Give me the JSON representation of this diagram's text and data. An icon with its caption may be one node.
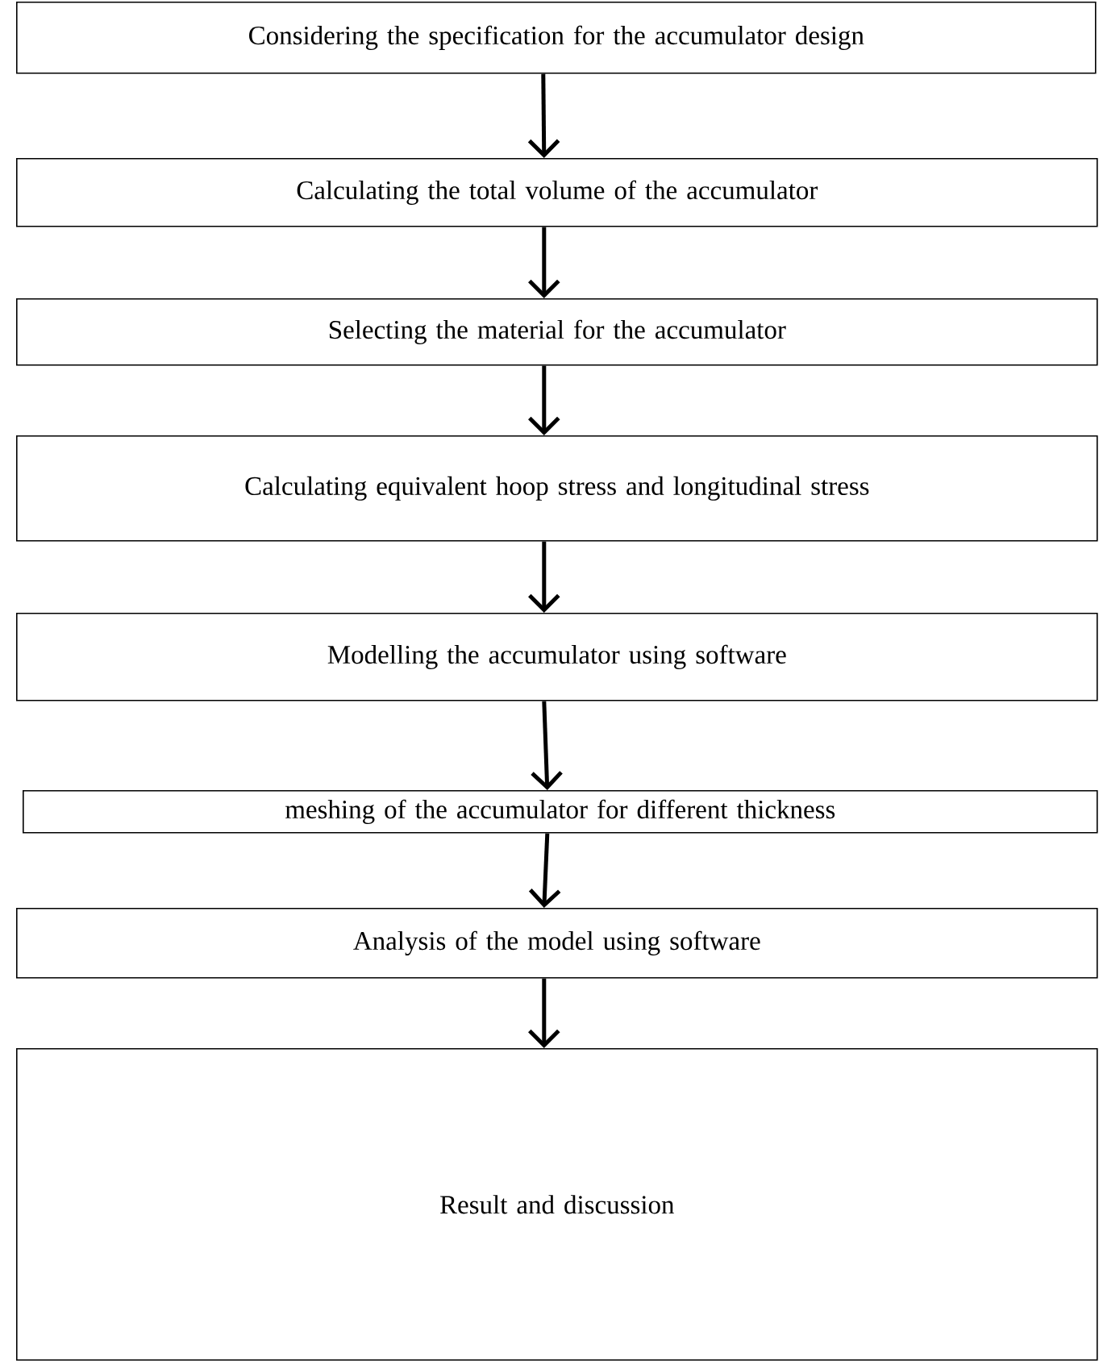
{
  "diagram": {
    "nodes": [
      {
        "text": [
          "Considering the specification for the accumulator design"
        ]
      },
      {
        "text": [
          "Calculating the total volume of the accumulator"
        ]
      },
      {
        "text": [
          "Selecting the material for the accumulator"
        ]
      },
      {
        "text": [
          "Calculating equivalent hoop stress and longitudinal stress"
        ]
      },
      {
        "text": [
          "Modelling the accumulator using software"
        ]
      },
      {
        "text": [
          "meshing of the accumulator for different thickness"
        ]
      },
      {
        "text": [
          "Analysis of the model using software"
        ]
      },
      {
        "text": [
          "Result and discussion"
        ]
      }
    ],
    "edges": [
      {
        "from": 0,
        "to": 1,
        "arrow": "to"
      },
      {
        "from": 1,
        "to": 2,
        "arrow": "to"
      },
      {
        "from": 2,
        "to": 3,
        "arrow": "to"
      },
      {
        "from": 3,
        "to": 4,
        "arrow": "to"
      },
      {
        "from": 4,
        "to": 5,
        "arrow": "to"
      },
      {
        "from": 5,
        "to": 6,
        "arrow": "to"
      },
      {
        "from": 6,
        "to": 7,
        "arrow": "to"
      }
    ]
  }
}
